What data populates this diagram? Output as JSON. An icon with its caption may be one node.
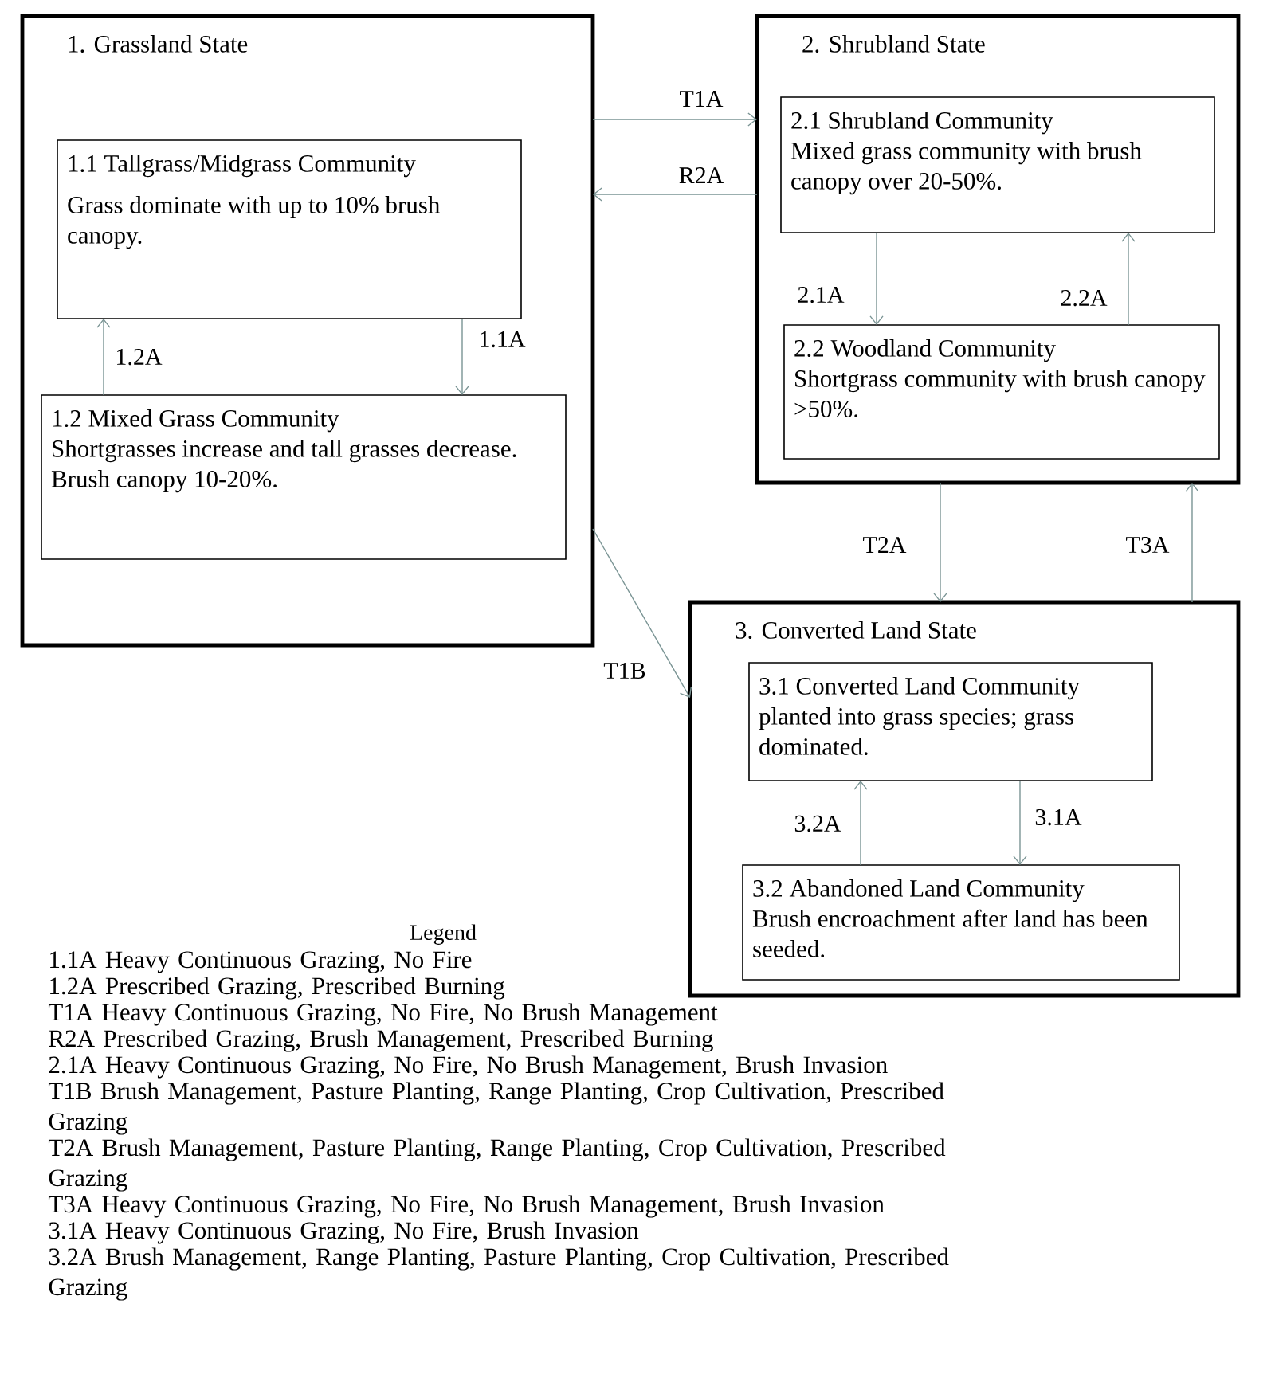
{
  "diagram": {
    "nodes": [
      {
        "text": [
          "1. Grassland  State"
        ]
      },
      {
        "text": [
          "1.1 Tallgrass/Midgrass Community",
          "Grass dominate with up to 10% brush canopy."
        ],
        "in": 0
      },
      {
        "text": [
          "1.2 Mixed Grass Community",
          "Shortgrasses increase and tall grasses decrease.  Brush canopy 10-20%."
        ],
        "in": 0
      },
      {
        "text": [
          "2. Shrubland  State"
        ]
      },
      {
        "text": [
          "2.1  Shrubland Community",
          "Mixed grass community with brush canopy over 20-50%."
        ],
        "in": 3
      },
      {
        "text": [
          "2.2  Woodland Community",
          "Shortgrass community  with brush canopy >50%."
        ],
        "in": 3
      },
      {
        "text": [
          "3.  Converted  Land  State"
        ]
      },
      {
        "text": [
          "3.1 Converted Land Community",
          "planted into grass species; grass dominated."
        ],
        "in": 6
      },
      {
        "text": [
          "3.2 Abandoned Land Community",
          "Brush encroachment after land has been seeded."
        ],
        "in": 6
      }
    ],
    "edges": [
      {
        "from": 0,
        "to": 3,
        "arrow": "to",
        "label": "T1A"
      },
      {
        "from": 3,
        "to": 0,
        "arrow": "to",
        "label": "R2A"
      },
      {
        "from": 1,
        "to": 2,
        "arrow": "to",
        "label": "1.1A"
      },
      {
        "from": 2,
        "to": 1,
        "arrow": "to",
        "label": "1.2A"
      },
      {
        "from": 4,
        "to": 5,
        "arrow": "to",
        "label": "2.1A"
      },
      {
        "from": 5,
        "to": 4,
        "arrow": "to",
        "label": "2.2A"
      },
      {
        "from": 3,
        "to": 6,
        "arrow": "to",
        "label": "T2A"
      },
      {
        "from": 6,
        "to": 3,
        "arrow": "to",
        "label": "T3A"
      },
      {
        "from": 0,
        "to": 6,
        "arrow": "to",
        "label": "T1B"
      },
      {
        "from": 7,
        "to": 8,
        "arrow": "to",
        "label": "3.1A"
      },
      {
        "from": 8,
        "to": 7,
        "arrow": "to",
        "label": "3.2A"
      }
    ],
    "labels": [
      "Legend",
      "1.1A  Heavy Continuous Grazing, No Fire",
      "1.2A  Prescribed Grazing, Prescribed Burning",
      "T1A  Heavy Continuous Grazing, No Fire, No Brush Management",
      "R2A  Prescribed Grazing, Brush Management, Prescribed Burning",
      "2.1A  Heavy Continuous Grazing, No Fire, No Brush Management, Brush Invasion",
      "T1B  Brush Management, Pasture Planting, Range Planting, Crop Cultivation, Prescribed Grazing",
      "T2A  Brush Management, Pasture Planting, Range Planting, Crop Cultivation, Prescribed Grazing",
      "T3A  Heavy Continuous Grazing, No Fire, No Brush Management, Brush Invasion",
      "3.1A Heavy Continuous Grazing, No Fire, Brush Invasion",
      "3.2A Brush Management, Range Planting, Pasture Planting, Crop Cultivation, Prescribed Grazing"
    ]
  }
}
